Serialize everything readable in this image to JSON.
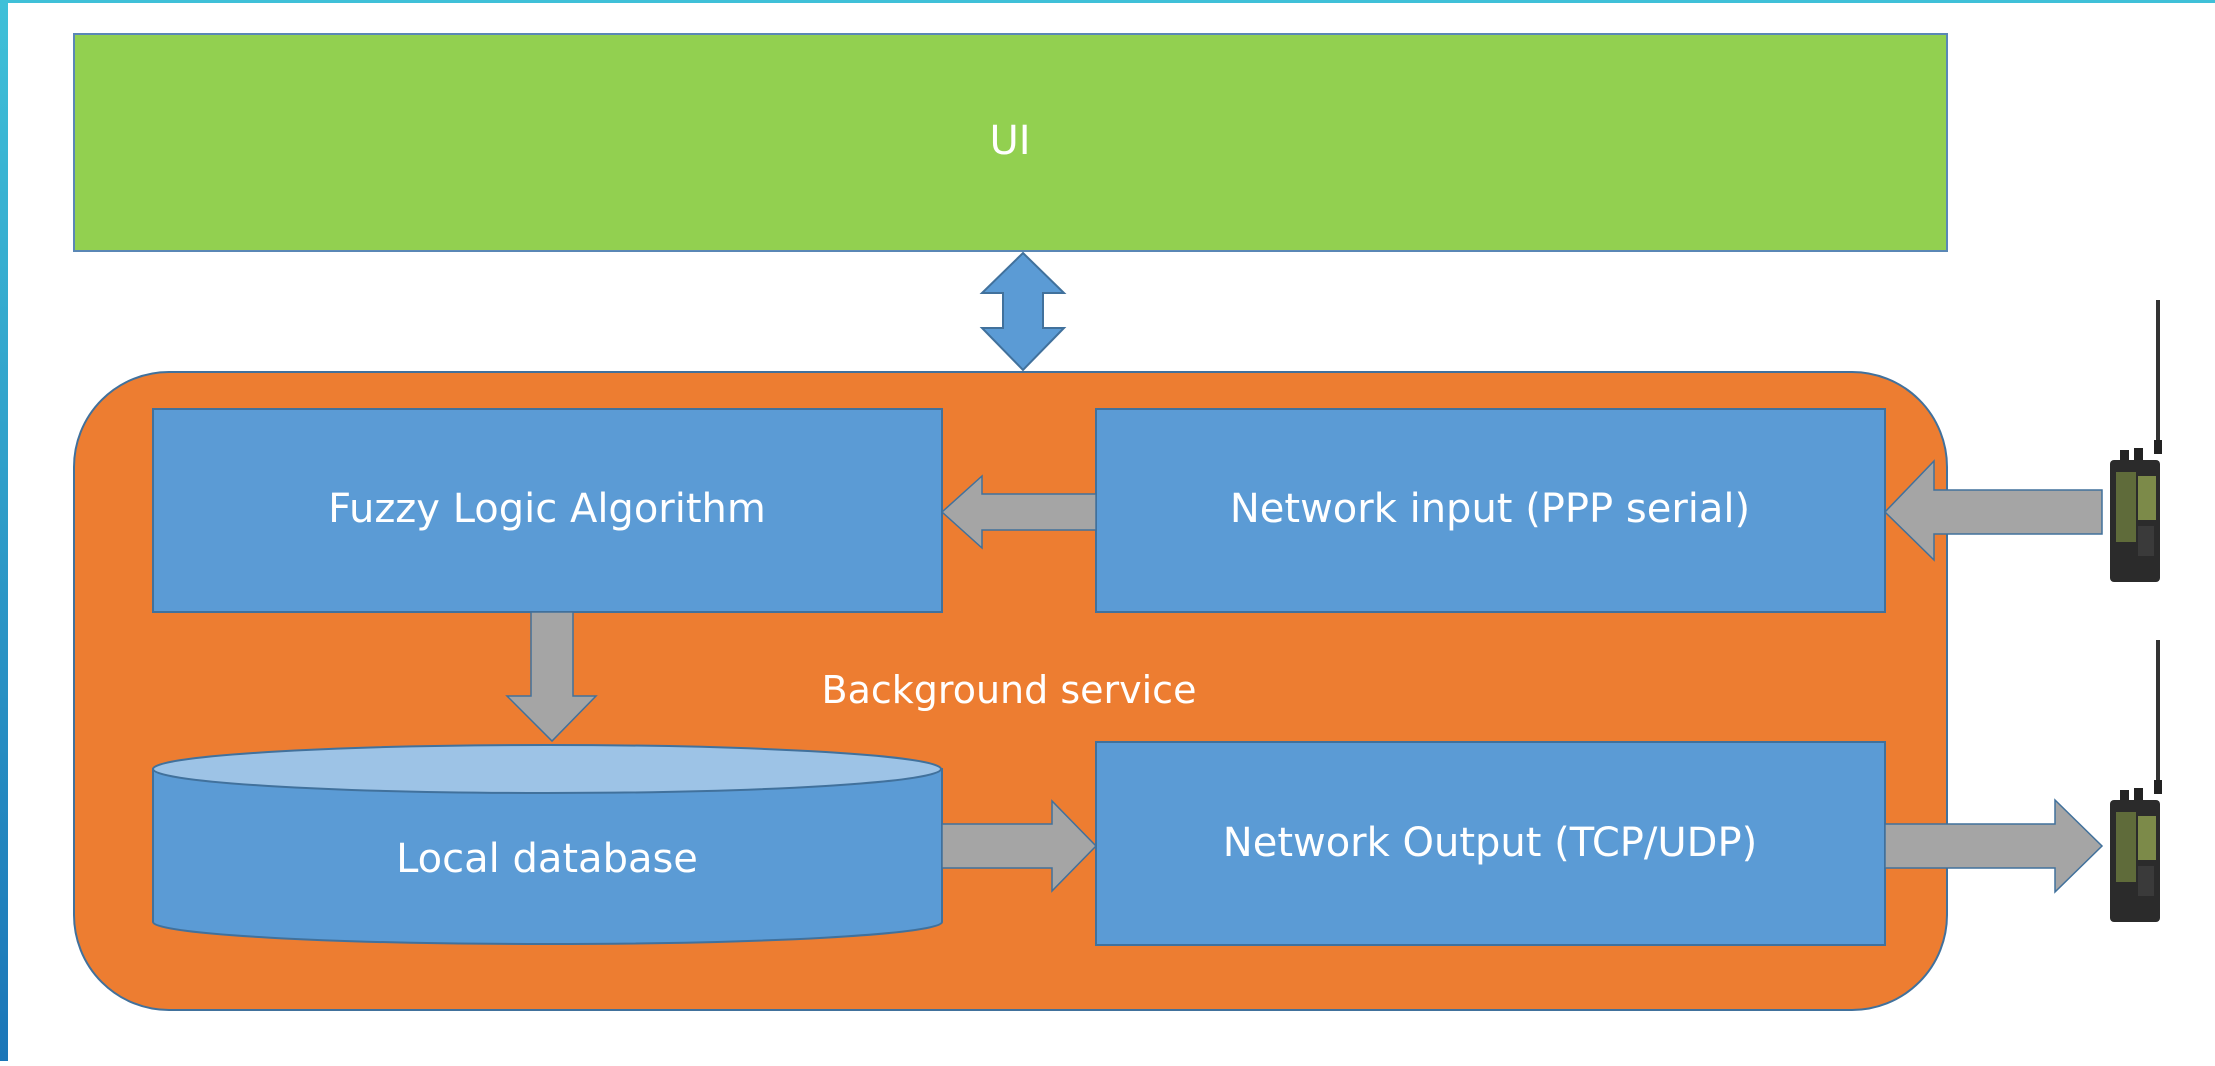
{
  "diagram": {
    "ui_label": "UI",
    "background_service_label": "Background service",
    "fuzzy_logic_label": "Fuzzy Logic Algorithm",
    "network_input_label": "Network input (PPP serial)",
    "local_database_label": "Local database",
    "network_output_label": "Network Output (TCP/UDP)",
    "icons": [
      "radio-icon",
      "radio-icon"
    ]
  },
  "colors": {
    "ui_green": "#92D050",
    "service_orange": "#ED7D31",
    "box_blue": "#5B9BD5",
    "db_top": "#9DC3E6",
    "arrow_gray": "#A5A5A5",
    "arrow_blue": "#5B9BD5",
    "frame_teal": "#26A9C9"
  }
}
